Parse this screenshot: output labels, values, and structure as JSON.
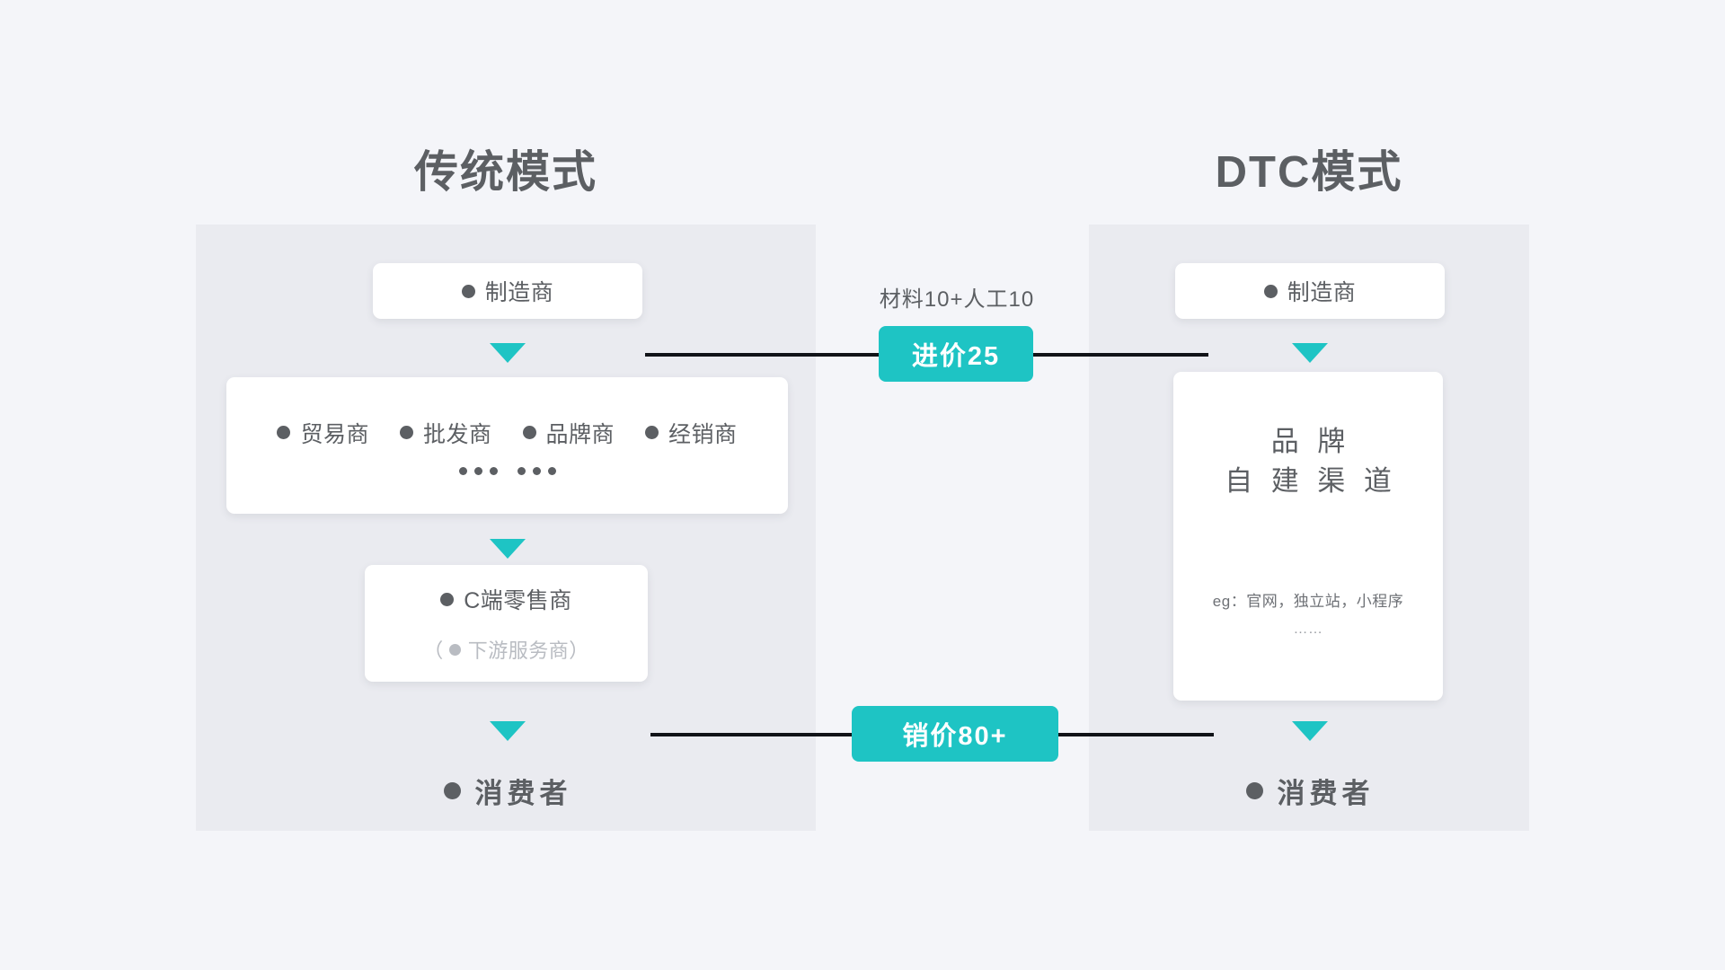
{
  "colors": {
    "page_background": "#f4f5f9",
    "panel_background": "#eaebf0",
    "card_background": "#ffffff",
    "accent_teal": "#1ec4c4",
    "text_dark": "#5c5f63",
    "text_muted": "#b9bcc2",
    "connector_black": "#111318"
  },
  "columns": {
    "traditional": {
      "title": "传统模式",
      "manufacturer": "制造商",
      "middlemen": [
        "贸易商",
        "批发商",
        "品牌商",
        "经销商"
      ],
      "middlemen_ellipsis": "······",
      "retailer": "C端零售商",
      "retailer_sub": "（ 下游服务商）",
      "retailer_sub_open": "（",
      "retailer_sub_text": "下游服务商）",
      "consumer": "消费者"
    },
    "dtc": {
      "title": "DTC模式",
      "manufacturer": "制造商",
      "channel_title_line1": "品 牌",
      "channel_title_line2": "自 建 渠 道",
      "channel_example": "eg：官网，独立站，小程序",
      "channel_example_ellipsis": "……",
      "consumer": "消费者"
    }
  },
  "middle": {
    "cost_note": "材料10+人工10",
    "purchase_badge": "进价25",
    "sale_badge": "销价80+"
  },
  "icons": {
    "bullet": "filled-circle",
    "arrow_down": "triangle-down"
  }
}
